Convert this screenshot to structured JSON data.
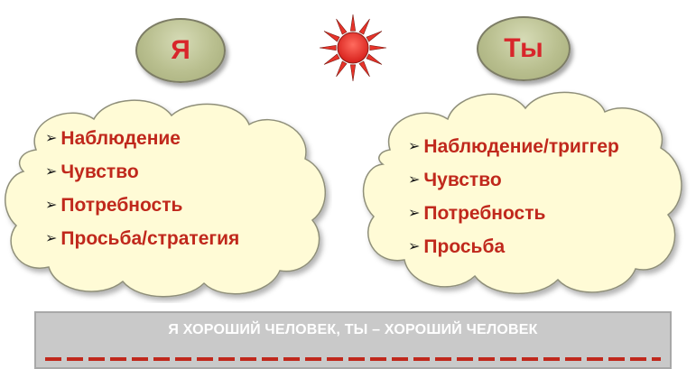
{
  "me": {
    "label": "Я",
    "items": [
      "Наблюдение",
      "Чувство",
      "Потребность",
      "Просьба/стратегия"
    ]
  },
  "you": {
    "label": "Ты",
    "items": [
      "Наблюдение/триггер",
      "Чувство",
      "Потребность",
      "Просьба"
    ]
  },
  "banner": {
    "text": "Я ХОРОШИЙ ЧЕЛОВЕК, ТЫ – ХОРОШИЙ ЧЕЛОВЕК"
  },
  "icons": {
    "bullet": "arrowhead-icon",
    "center": "sun-icon"
  },
  "colors": {
    "text_red": "#c0281c",
    "cloud_fill": "#fffbd6",
    "oval_fill": "#b9bf8f",
    "sun_red": "#e8332a",
    "banner_gray": "#c9c9c9"
  }
}
